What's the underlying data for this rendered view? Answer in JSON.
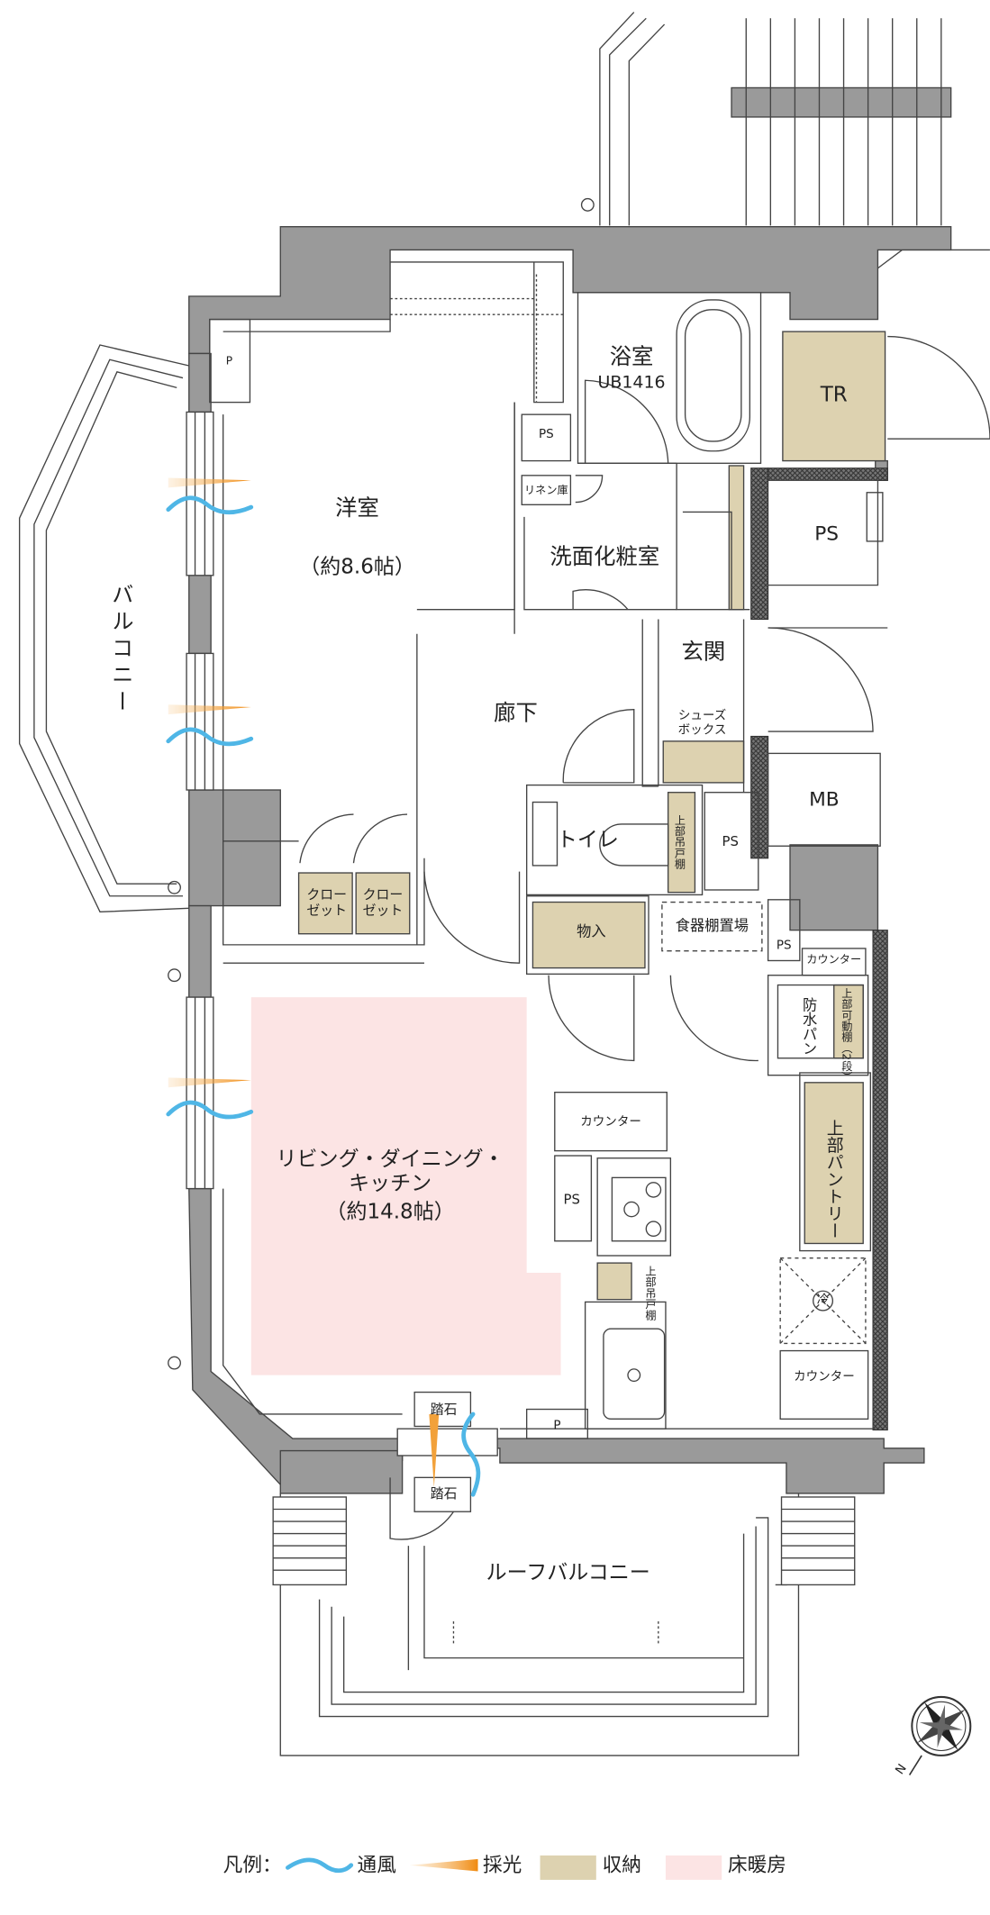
{
  "colors": {
    "wall": "#9a9a9a",
    "storage": "#ddd2b0",
    "floor_heating": "#fce4e4",
    "wind": "#4fb6e6",
    "light": "#f2a13a",
    "line": "#444444"
  },
  "rooms": {
    "western_room": "洋室",
    "western_room_size": "（約8.6帖）",
    "bathroom": "浴室",
    "bathroom_code": "UB1416",
    "tr": "TR",
    "ps_right_top": "PS",
    "ps_small_bath": "PS",
    "linen": "リネン庫",
    "washroom": "洗面化粧室",
    "entrance": "玄関",
    "shoes_box": "シューズボックス",
    "hallway": "廊下",
    "toilet": "トイレ",
    "toilet_storage": "上部吊戸棚",
    "ps_toilet": "PS",
    "mb": "MB",
    "closet_1": "クローゼット",
    "closet_2": "クローゼット",
    "storage_room": "物入",
    "dish_shelf": "食器棚置場",
    "ps_mid": "PS",
    "counter_top": "カウンター",
    "waterproof_pan": "防水パン",
    "waterproof_upper": "上部可動棚（2段）",
    "ldk_line1": "リビング・ダイニング・",
    "ldk_line2": "キッチン",
    "ldk_size": "（約14.8帖）",
    "counter_kitchen": "カウンター",
    "ps_kitchen": "PS",
    "upper_cabinet": "上部吊戸棚",
    "pantry": "上部パントリー",
    "fridge": "冷",
    "counter_bottom": "カウンター",
    "p_top": "P",
    "p_bottom": "P",
    "step_stone_1": "踏石",
    "step_stone_2": "踏石",
    "balcony": "バルコニー",
    "roof_balcony": "ルーフバルコニー"
  },
  "compass": {
    "north_label": "N"
  },
  "legend": {
    "title": "凡例：",
    "wind": "通風",
    "light": "採光",
    "storage": "収納",
    "floor_heating": "床暖房"
  }
}
